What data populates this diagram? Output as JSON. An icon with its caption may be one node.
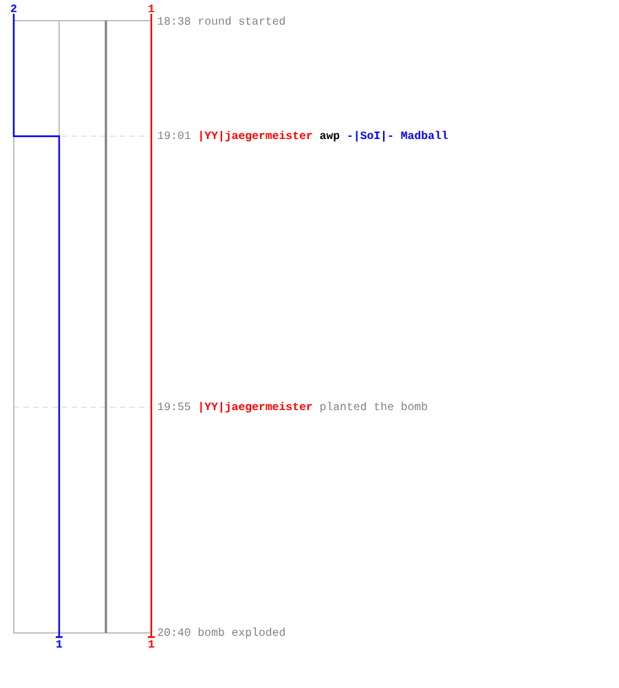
{
  "diagram": {
    "labels": [
      "2",
      "1",
      "18:38",
      "round started",
      "19:01",
      "|YY|jaegermeister",
      "awp",
      "-|SoI|- Madball",
      "19:55",
      "|YY|jaegermeister",
      "planted the bomb",
      "1",
      "1",
      "20:40",
      "bomb exploded"
    ]
  }
}
